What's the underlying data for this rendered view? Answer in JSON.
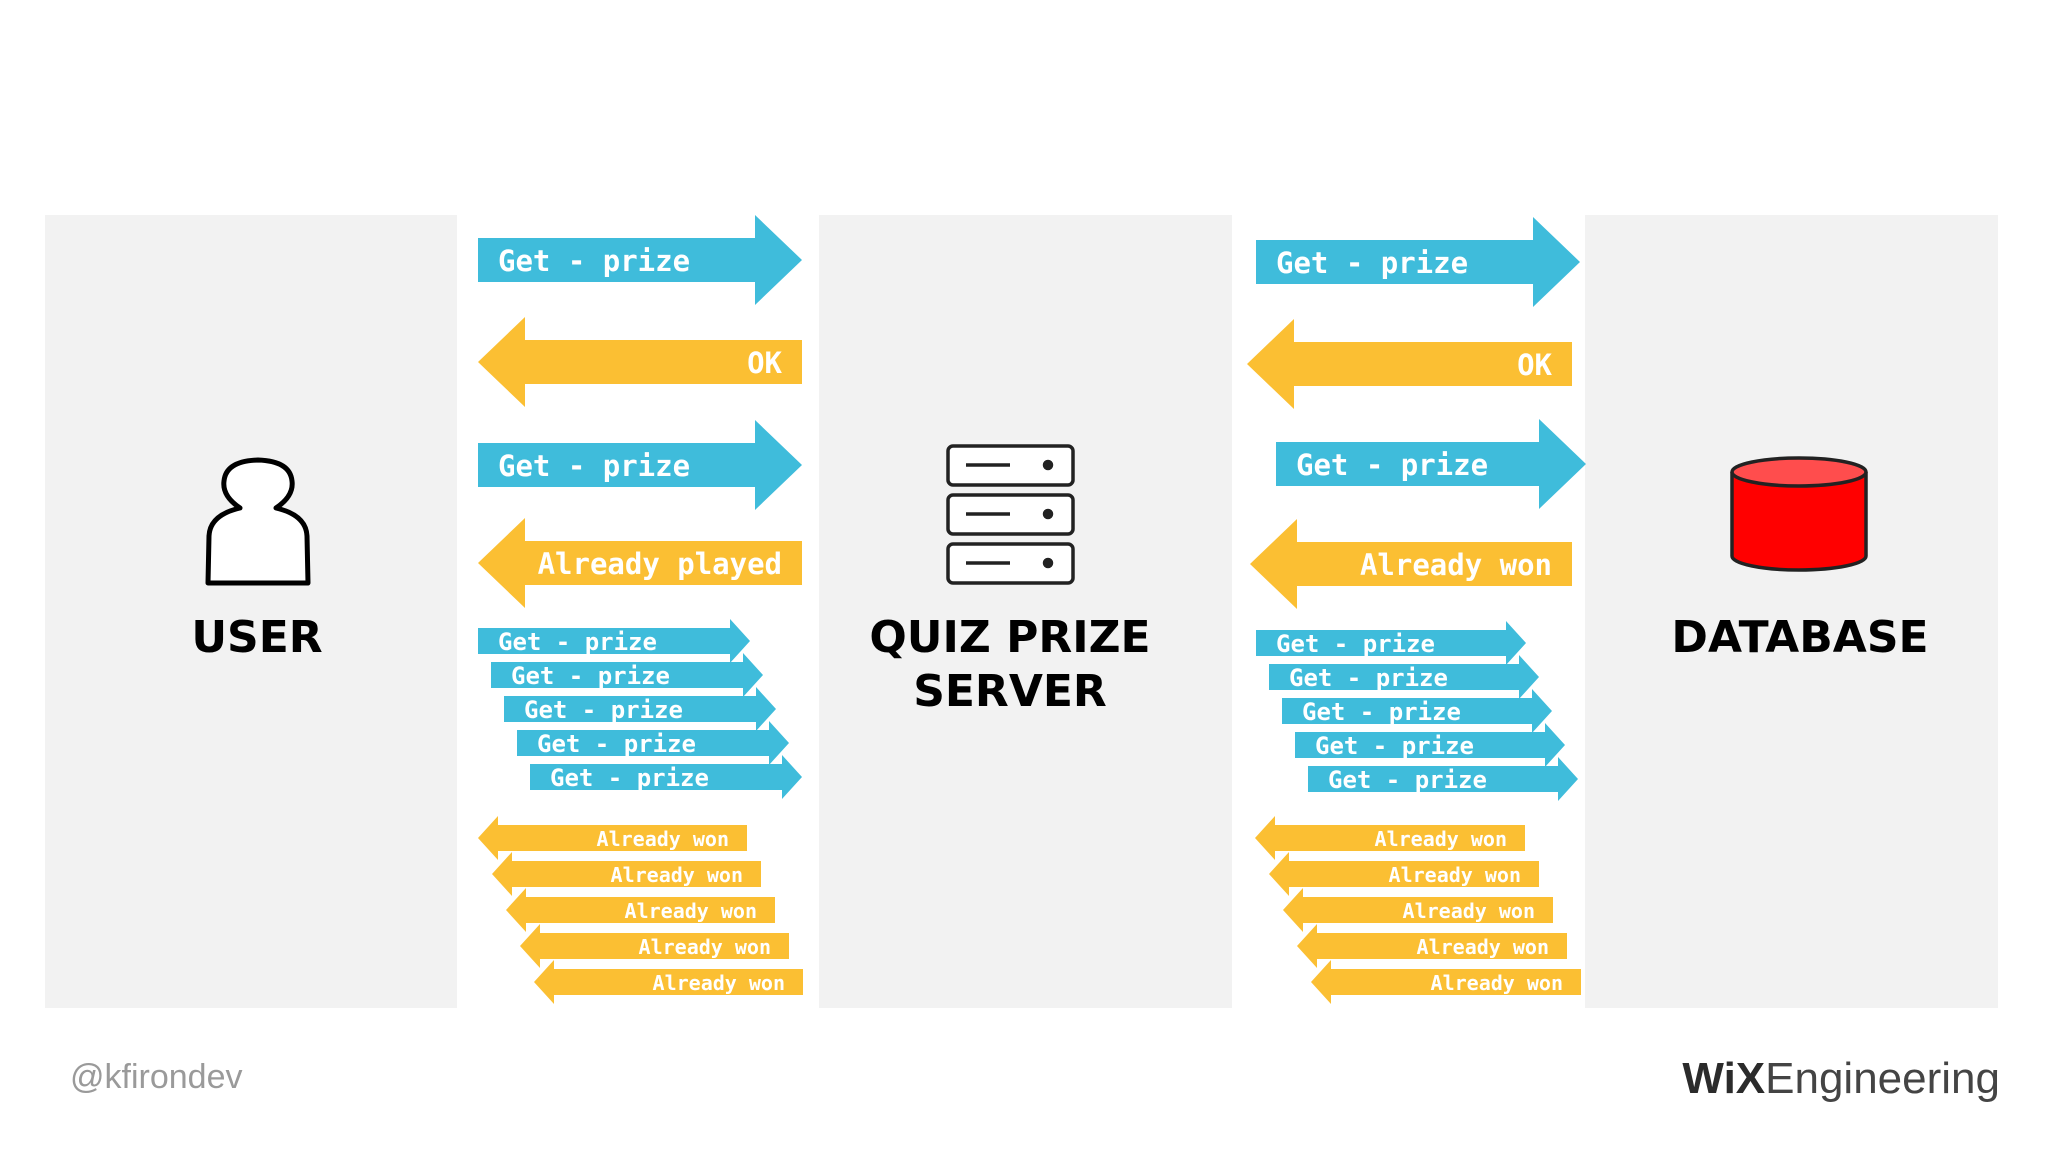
{
  "colors": {
    "panel": "#f2f2f2",
    "request": "#3fbcdb",
    "response": "#fbbf33",
    "arrow_text": "#ffffff",
    "label": "#000000",
    "database": "#ff0000",
    "footer_text": "#9a9a9a",
    "brand": "#2b2b2b"
  },
  "nodes": {
    "user": {
      "label": "USER",
      "icon": "user-icon"
    },
    "server": {
      "label_line1": "QUIZ PRIZE",
      "label_line2": "SERVER",
      "icon": "server-icon"
    },
    "database": {
      "label": "DATABASE",
      "icon": "database-icon"
    }
  },
  "left_flow": [
    {
      "kind": "request",
      "text": "Get - prize"
    },
    {
      "kind": "response",
      "text": "OK"
    },
    {
      "kind": "request",
      "text": "Get - prize"
    },
    {
      "kind": "response",
      "text": "Already played"
    }
  ],
  "left_burst_requests": [
    "Get - prize",
    "Get - prize",
    "Get - prize",
    "Get - prize",
    "Get - prize"
  ],
  "left_burst_responses": [
    "Already won",
    "Already won",
    "Already won",
    "Already won",
    "Already won"
  ],
  "right_flow": [
    {
      "kind": "request",
      "text": "Get - prize"
    },
    {
      "kind": "response",
      "text": "OK"
    },
    {
      "kind": "request",
      "text": "Get - prize"
    },
    {
      "kind": "response",
      "text": "Already won"
    }
  ],
  "right_burst_requests": [
    "Get - prize",
    "Get - prize",
    "Get - prize",
    "Get - prize",
    "Get - prize"
  ],
  "right_burst_responses": [
    "Already won",
    "Already won",
    "Already won",
    "Already won",
    "Already won"
  ],
  "footer": {
    "handle": "@kfirondev",
    "brand_bold": "WiX",
    "brand_light": "Engineering"
  }
}
